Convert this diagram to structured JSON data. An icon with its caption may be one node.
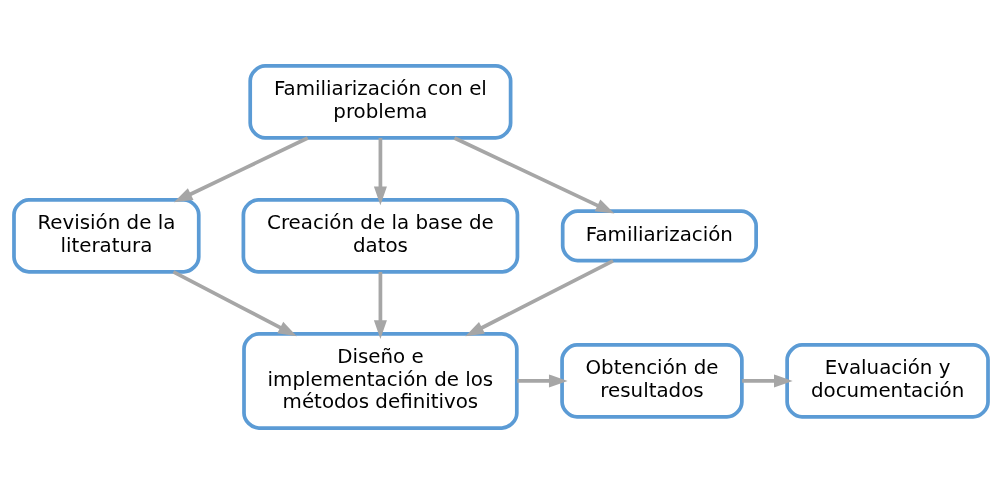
{
  "diagram": {
    "nodes": [
      {
        "text": [
          "Familiarización con el problema"
        ]
      },
      {
        "text": [
          "Revisión de la literatura"
        ]
      },
      {
        "text": [
          "Creación de la base de datos"
        ]
      },
      {
        "text": [
          "Familiarización"
        ]
      },
      {
        "text": [
          "Diseño e implementación de los métodos definitivos"
        ]
      },
      {
        "text": [
          "Obtención de resultados"
        ]
      },
      {
        "text": [
          "Evaluación y documentación"
        ]
      }
    ],
    "edges": [
      {
        "from": 0,
        "to": 1,
        "arrow": "to"
      },
      {
        "from": 0,
        "to": 2,
        "arrow": "to"
      },
      {
        "from": 0,
        "to": 3,
        "arrow": "to"
      },
      {
        "from": 1,
        "to": 4,
        "arrow": "to"
      },
      {
        "from": 2,
        "to": 4,
        "arrow": "to"
      },
      {
        "from": 3,
        "to": 4,
        "arrow": "to"
      },
      {
        "from": 4,
        "to": 5,
        "arrow": "to"
      },
      {
        "from": 5,
        "to": 6,
        "arrow": "to"
      }
    ]
  }
}
